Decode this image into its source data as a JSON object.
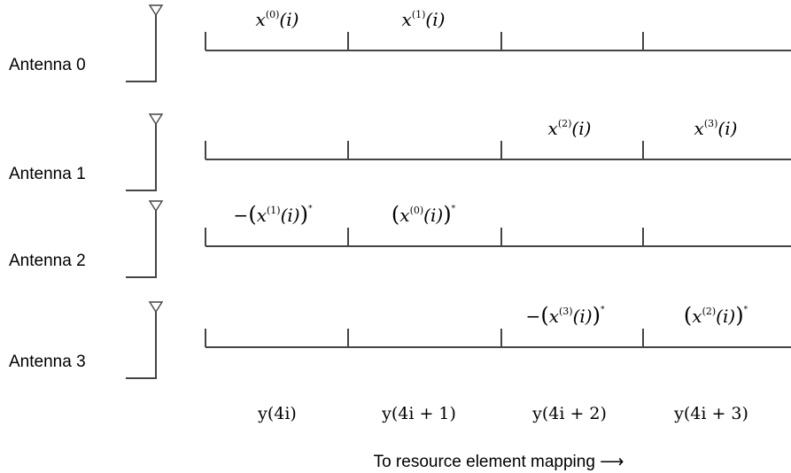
{
  "antennas": [
    {
      "label": "Antenna 0",
      "cells": [
        {
          "neg": "",
          "var": "x",
          "sup": "(0)",
          "arg": "(i)",
          "conj": ""
        },
        {
          "neg": "",
          "var": "x",
          "sup": "(1)",
          "arg": "(i)",
          "conj": ""
        },
        null,
        null
      ]
    },
    {
      "label": "Antenna 1",
      "cells": [
        null,
        null,
        {
          "neg": "",
          "var": "x",
          "sup": "(2)",
          "arg": "(i)",
          "conj": ""
        },
        {
          "neg": "",
          "var": "x",
          "sup": "(3)",
          "arg": "(i)",
          "conj": ""
        }
      ]
    },
    {
      "label": "Antenna 2",
      "cells": [
        {
          "neg": "−",
          "var": "x",
          "sup": "(1)",
          "arg": "(i)",
          "conj": "*"
        },
        {
          "neg": "",
          "var": "x",
          "sup": "(0)",
          "arg": "(i)",
          "conj": "*"
        },
        null,
        null
      ]
    },
    {
      "label": "Antenna 3",
      "cells": [
        null,
        null,
        {
          "neg": "−",
          "var": "x",
          "sup": "(3)",
          "arg": "(i)",
          "conj": "*"
        },
        {
          "neg": "",
          "var": "x",
          "sup": "(2)",
          "arg": "(i)",
          "conj": "*"
        }
      ]
    }
  ],
  "columns": [
    "y(4i)",
    "y(4i + 1)",
    "y(4i + 2)",
    "y(4i + 3)"
  ],
  "footer": "To resource element mapping ⟶"
}
